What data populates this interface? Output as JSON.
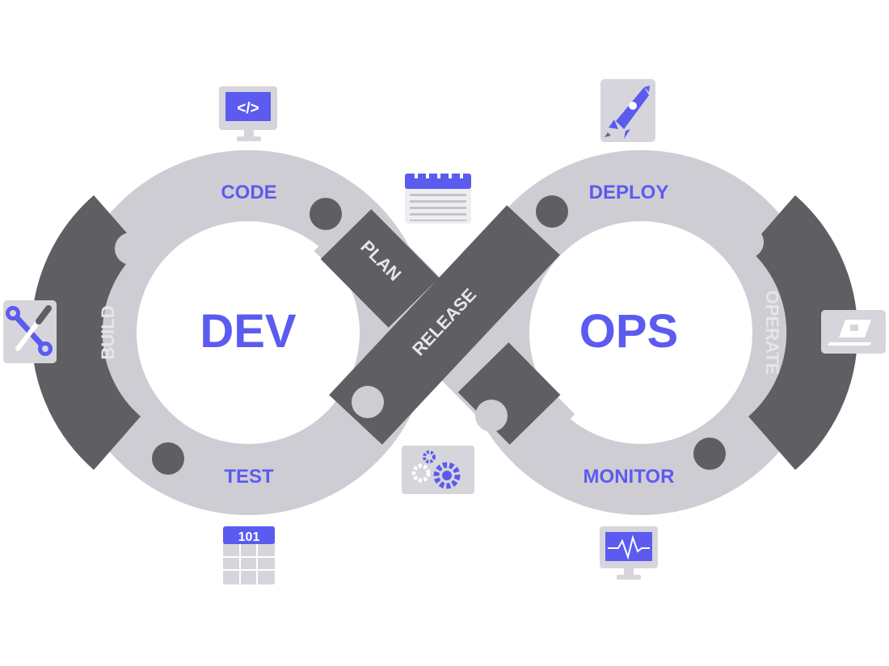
{
  "center_labels": {
    "dev": "DEV",
    "ops": "OPS"
  },
  "stages": {
    "code": "CODE",
    "plan": "PLAN",
    "build": "BUILD",
    "test": "TEST",
    "release": "RELEASE",
    "deploy": "DEPLOY",
    "operate": "OPERATE",
    "monitor": "MONITOR"
  },
  "icons": {
    "code_monitor": "</>",
    "table": "101"
  },
  "colors": {
    "light_segment": "#cfcdd4",
    "dark_segment": "#5f5e63",
    "accent": "#5b5bf0",
    "dark_label": "#e6e5ea",
    "icon_bg": "#d6d5db"
  }
}
